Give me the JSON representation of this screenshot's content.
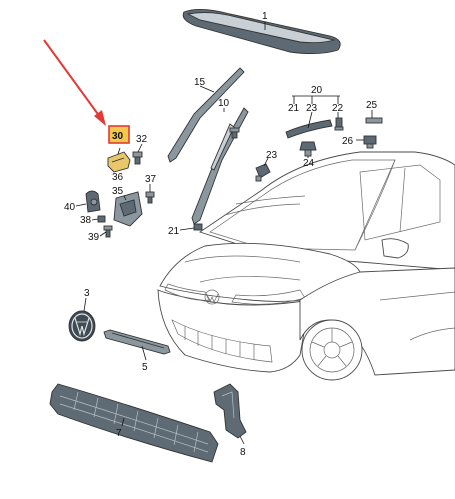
{
  "diagram": {
    "callouts": [
      {
        "id": "c1",
        "label": "1"
      },
      {
        "id": "c15",
        "label": "15"
      },
      {
        "id": "c10",
        "label": "10"
      },
      {
        "id": "c20",
        "label": "20"
      },
      {
        "id": "c21a",
        "label": "21"
      },
      {
        "id": "c23a",
        "label": "23"
      },
      {
        "id": "c22",
        "label": "22"
      },
      {
        "id": "c25",
        "label": "25"
      },
      {
        "id": "c30",
        "label": "30"
      },
      {
        "id": "c32",
        "label": "32"
      },
      {
        "id": "c26",
        "label": "26"
      },
      {
        "id": "c23b",
        "label": "23"
      },
      {
        "id": "c24",
        "label": "24"
      },
      {
        "id": "c36",
        "label": "36"
      },
      {
        "id": "c37",
        "label": "37"
      },
      {
        "id": "c35",
        "label": "35"
      },
      {
        "id": "c40",
        "label": "40"
      },
      {
        "id": "c38",
        "label": "38"
      },
      {
        "id": "c39",
        "label": "39"
      },
      {
        "id": "c21b",
        "label": "21"
      },
      {
        "id": "c3",
        "label": "3"
      },
      {
        "id": "c5",
        "label": "5"
      },
      {
        "id": "c7",
        "label": "7"
      },
      {
        "id": "c8",
        "label": "8"
      }
    ],
    "highlight": {
      "label": "30",
      "box_color": "#e53935",
      "part_color": "#e8c66a"
    },
    "arrow_color": "#e53935"
  }
}
